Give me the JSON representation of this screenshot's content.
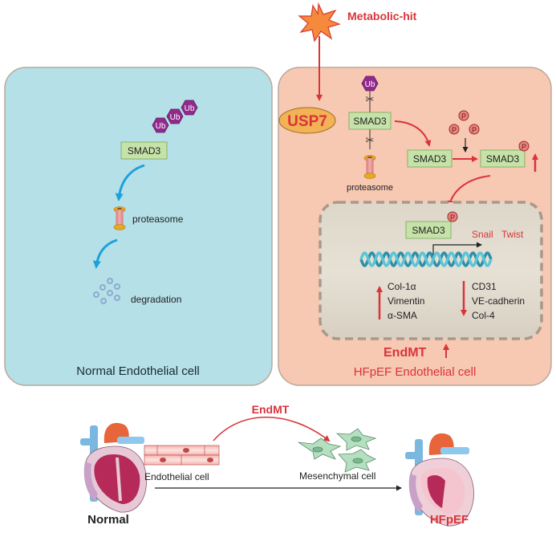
{
  "trigger": {
    "label": "Metabolic-hit",
    "icon": "starburst-icon"
  },
  "normal_panel": {
    "title": "Normal Endothelial cell",
    "smad3_label": "SMAD3",
    "ub_tags": [
      "Ub",
      "Ub",
      "Ub"
    ],
    "proteasome_label": "proteasome",
    "degradation_label": "degradation"
  },
  "hfpef_panel": {
    "title": "HFpEF Endothelial cell",
    "usp7_label": "USP7",
    "ub_tag": "Ub",
    "smad3_label": "SMAD3",
    "proteasome_label": "proteasome",
    "smad3_unphos_label": "SMAD3",
    "smad3_phos_label": "SMAD3",
    "phosphate_label": "P",
    "nucleus": {
      "smad3_label": "SMAD3",
      "phosphate_label": "P",
      "target_genes": [
        "Snail",
        "Twist"
      ],
      "upregulated": [
        "Col-1α",
        "Vimentin",
        "α-SMA"
      ],
      "downregulated": [
        "CD31",
        "VE-cadherin",
        "Col-4"
      ]
    },
    "endmt_label": "EndMT"
  },
  "bottom": {
    "normal_label": "Normal",
    "hfpef_label": "HFpEF",
    "endothelial_label": "Endothelial cell",
    "mesenchymal_label": "Mesenchymal cell",
    "endmt_label": "EndMT"
  },
  "colors": {
    "accent_red": "#d9343a",
    "normal_bg": "#b5e0e8",
    "hfpef_bg": "#f7c8b2",
    "nucleus_bg": "#dcd3c6",
    "smad_box": "#c5e2a8",
    "ub_purple": "#922a8e",
    "blue_arrow": "#1ea0dc",
    "usp7_fill": "#f2b255"
  }
}
